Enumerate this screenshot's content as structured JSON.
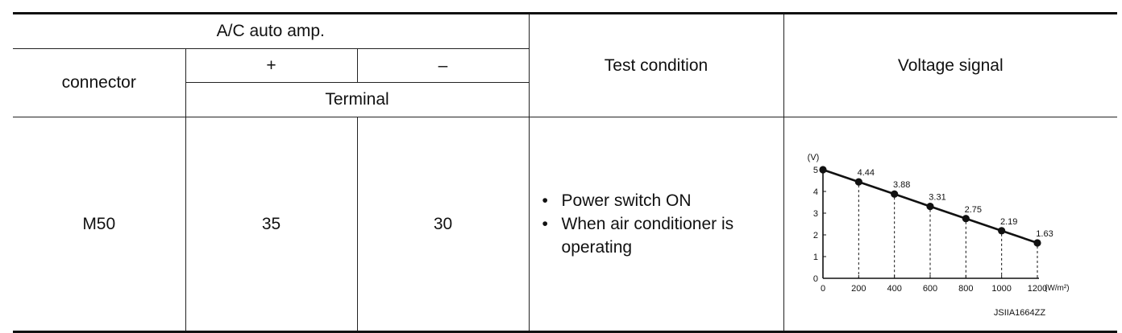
{
  "table": {
    "header": {
      "group": "A/C auto amp.",
      "connector": "connector",
      "plus": "+",
      "minus": "–",
      "terminal": "Terminal",
      "test_condition": "Test condition",
      "voltage_signal": "Voltage signal"
    },
    "row": {
      "connector": "M50",
      "plus_terminal": "35",
      "minus_terminal": "30",
      "conditions": [
        "Power switch ON",
        "When air conditioner is operating"
      ]
    }
  },
  "chart_data": {
    "type": "line",
    "x": [
      0,
      200,
      400,
      600,
      800,
      1000,
      1200
    ],
    "values": [
      5,
      4.44,
      3.88,
      3.31,
      2.75,
      2.19,
      1.63
    ],
    "data_labels": [
      "",
      "4.44",
      "3.88",
      "3.31",
      "2.75",
      "2.19",
      "1.63"
    ],
    "xlim": [
      0,
      1200
    ],
    "ylim": [
      0,
      5
    ],
    "x_ticks": [
      "0",
      "200",
      "400",
      "600",
      "800",
      "1000",
      "1200"
    ],
    "y_ticks": [
      "0",
      "1",
      "2",
      "3",
      "4",
      "5"
    ],
    "xlabel": "(W/m²)",
    "ylabel": "(V)",
    "grid": false,
    "drop_lines": true,
    "figure_code": "JSIIA1664ZZ"
  }
}
